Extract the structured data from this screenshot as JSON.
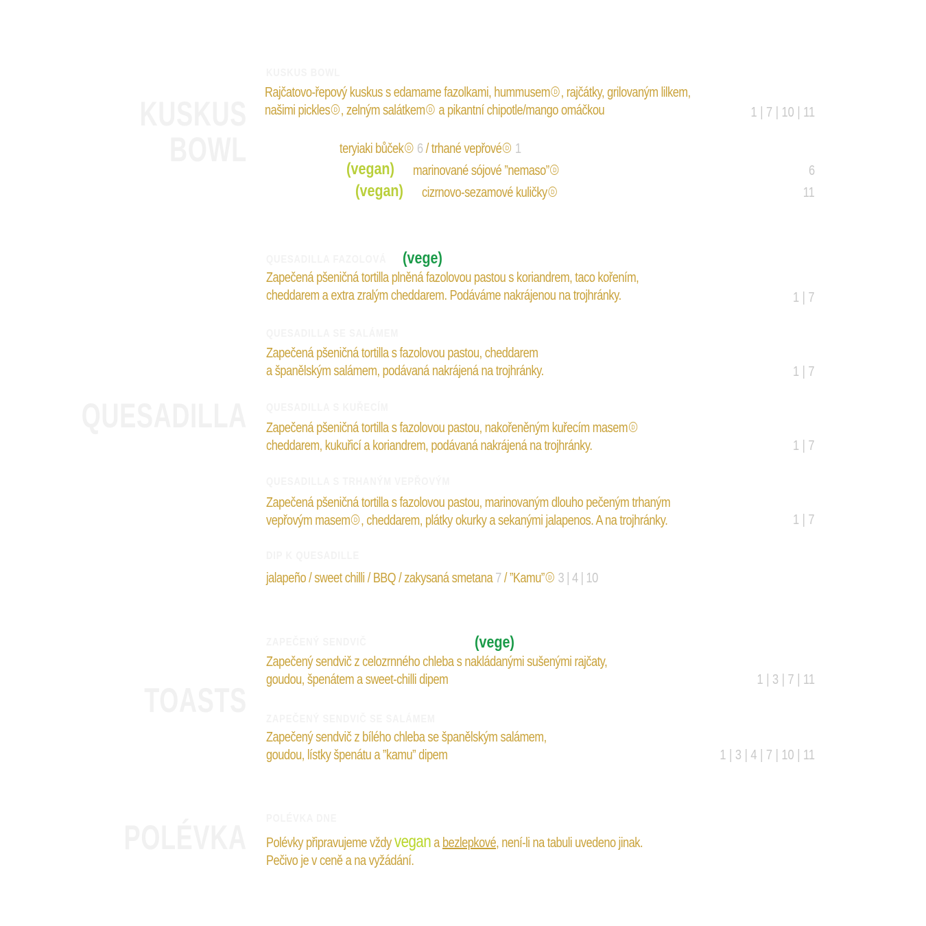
{
  "sections": {
    "kuskus": "KUSKUS BOWL",
    "quesadilla": "QUESADILLA",
    "toasts": "TOASTS",
    "polevka": "POLÉVKA"
  },
  "ghost_titles": {
    "kuskus": "KUSKUS BOWL",
    "tortilla_bean": "QUESADILLA FAZOLOVÁ",
    "tortilla_salami": "QUESADILLA SE SALÁMEM",
    "tortilla_chicken": "QUESADILLA S KUŘECÍM",
    "tortilla_pork": "QUESADILLA S TRHANÝM VEPŘOVÝM",
    "dips": "DIP K QUESADILLE",
    "toast_veg": "ZAPEČENÝ SENDVIČ",
    "toast_salami": "ZAPEČENÝ SENDVIČ SE SALÁMEM",
    "soup": "POLÉVKA DNE"
  },
  "kuskus": {
    "line1": "Rajčatovo-řepový kuskus s edamame fazolkami, hummusem",
    "line1b": ", rajčátky, grilovaným lilkem,",
    "line2a": "našimi pickles",
    "line2b": ", zelným salátkem",
    "line2c": "a pikantní chipotle/mango omáčkou",
    "allergens": "1 | 7 | 10 | 11",
    "opt1a": "teryiaki bůček",
    "opt1_num1": "6",
    "opt1b": "/ trhané vepřové",
    "opt1_num2": "1",
    "opt2_tag": "(vegan)",
    "opt2_text": "marinované sójové ”nemaso”",
    "opt2_allergen": "6",
    "opt3_tag": "(vegan)",
    "opt3_text": "cizrnovo-sezamové kuličky",
    "opt3_allergen": "11"
  },
  "quesadilla": {
    "vege_tag": "(vege)",
    "item1_line1": "Zapečená pšeničná tortilla plněná fazolovou pastou s koriandrem, taco kořením,",
    "item1_line2": "cheddarem a extra zralým cheddarem. Podáváme nakrájenou na trojhránky.",
    "item1_allergens": "1 | 7",
    "item2_line1": "Zapečená pšeničná tortilla s fazolovou pastou, cheddarem",
    "item2_line2": "a španělským salámem, podávaná nakrájená na trojhránky.",
    "item2_allergens": "1 | 7",
    "item3_line1": "Zapečená pšeničná tortilla s fazolovou pastou, nakořeněným kuřecím masem",
    "item3_line2": "cheddarem, kukuřicí a koriandrem, podávaná nakrájená na trojhránky.",
    "item3_allergens": "1 | 7",
    "item4_line1": "Zapečená pšeničná tortilla s fazolovou pastou, marinovaným dlouho pečeným trhaným",
    "item4_line2a": "vepřovým masem",
    "item4_line2b": ", cheddarem, plátky okurky a sekanými jalapenos. A na trojhránky.",
    "item4_allergens": "1 | 7",
    "dips_a": "jalapeño / sweet  chilli / BBQ / zakysaná smetana",
    "dips_num": "7",
    "dips_b": "/ ”Kamu”",
    "dips_allergens": "3 | 4 | 10"
  },
  "toasts": {
    "vege_tag": "(vege)",
    "item1_line1": "Zapečený sendvič z celozrnného chleba s nakládanými sušenými rajčaty,",
    "item1_line2": "goudou, špenátem a sweet-chilli dipem",
    "item1_allergens": "1 | 3 | 7 | 11",
    "item2_line1": "Zapečený sendvič z bílého chleba se španělským salámem,",
    "item2_line2": "goudou, lístky špenátu a ”kamu” dipem",
    "item2_allergens": "1 | 3 | 4 | 7 | 10 | 11"
  },
  "soup": {
    "line1a": "Polévky připravujeme vždy",
    "line1_vegan": "vegan",
    "line1b": "a",
    "line1_gf": "bezlepkové",
    "line1c": ", není-li na tabuli uvedeno jinak.",
    "line2": "Pečivo je v ceně a na vyžádání."
  },
  "icon_glyph": "D"
}
